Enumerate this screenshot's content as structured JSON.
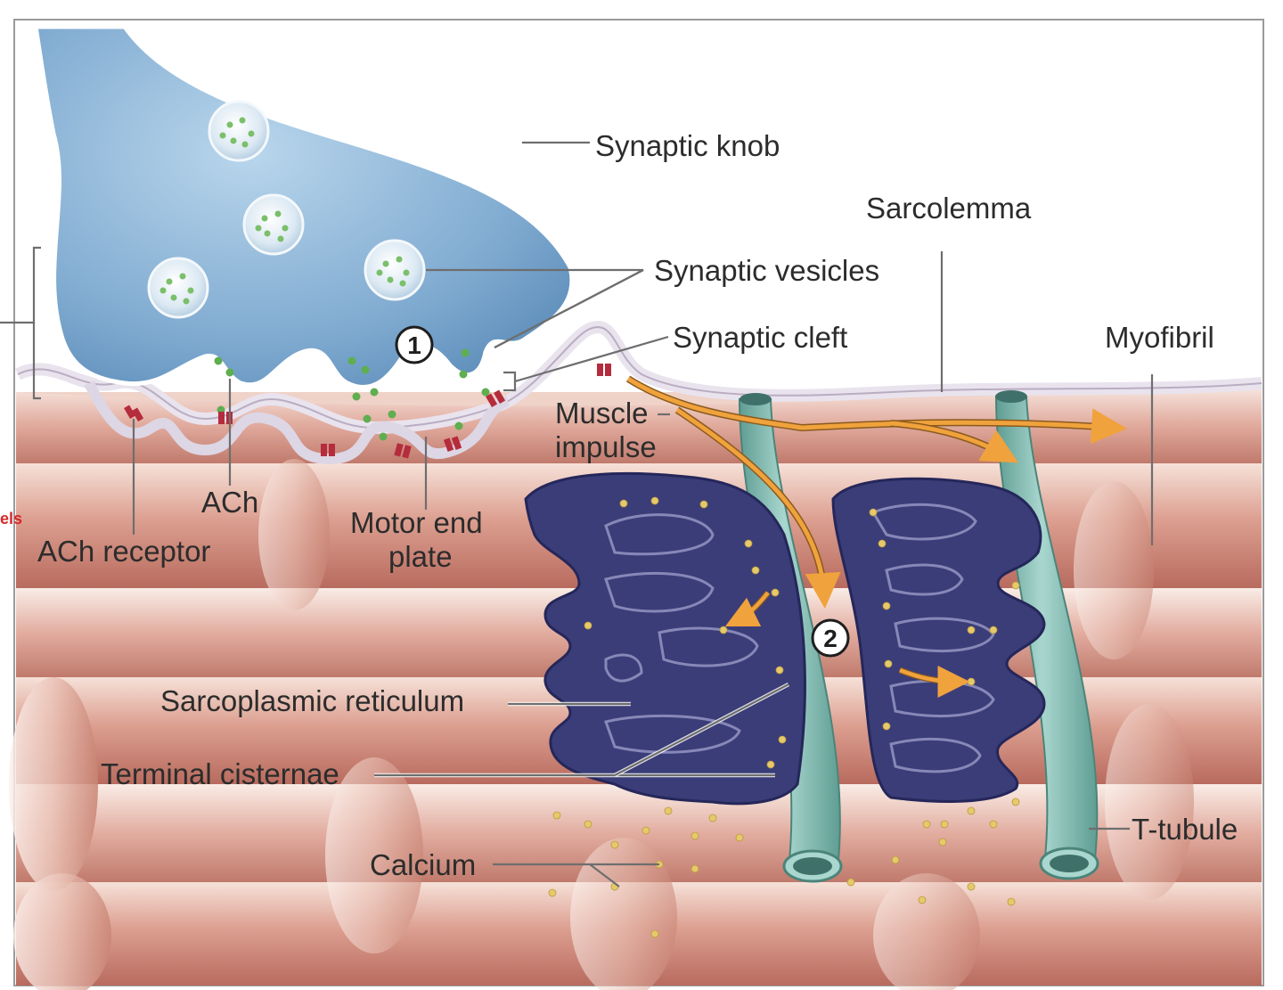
{
  "labels": {
    "synaptic_knob": "Synaptic knob",
    "sarcolemma": "Sarcolemma",
    "synaptic_vesicles": "Synaptic vesicles",
    "synaptic_cleft": "Synaptic cleft",
    "myofibril": "Myofibril",
    "muscle_impulse_line1": "Muscle",
    "muscle_impulse_line2": "impulse",
    "ach": "ACh",
    "ach_receptor": "ACh receptor",
    "motor_end_plate_line1": "Motor end",
    "motor_end_plate_line2": "plate",
    "sarcoplasmic_reticulum": "Sarcoplasmic reticulum",
    "terminal_cisternae": "Terminal cisternae",
    "calcium": "Calcium",
    "t_tubule": "T-tubule",
    "cutoff_left": "els"
  },
  "steps": {
    "step1": "1",
    "step2": "2"
  },
  "colors": {
    "knob_fill": "#8fb8d8",
    "knob_edge": "#e8f1f8",
    "muscle_light": "#f3d6cc",
    "muscle_dark": "#b86b5e",
    "sr_fill": "#3b3d78",
    "t_tubule": "#7fb8ae",
    "arrow": "#f0a23c",
    "calcium": "#e6c96a",
    "receptor": "#b52c3c"
  }
}
